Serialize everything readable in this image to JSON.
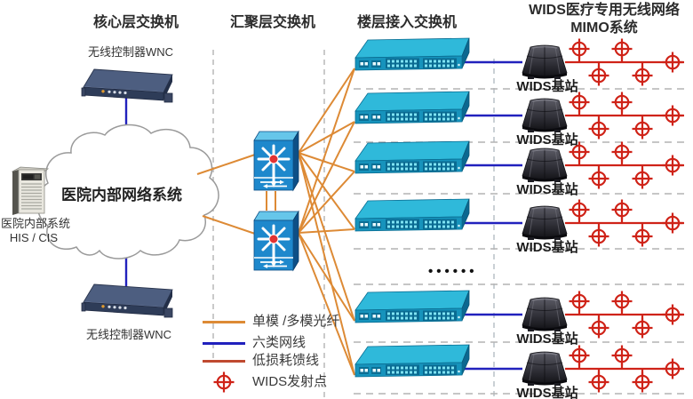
{
  "header": {
    "core_title": "核心层交换机",
    "aggregation_title": "汇聚层交换机",
    "access_title": "楼层接入交换机",
    "wids_title_line1": "WIDS医疗专用无线网络",
    "wids_title_line2": "MIMO系统"
  },
  "left_zone": {
    "wnc_top_label": "无线控制器WNC",
    "wnc_bottom_label": "无线控制器WNC",
    "cloud_label": "医院内部网络系统",
    "his_label_line1": "医院内部系统",
    "his_label_line2": "HIS / CIS"
  },
  "rows": {
    "station_label": "WIDS基站",
    "station_count": 6,
    "ellipsis": "••••••"
  },
  "legend": {
    "items": [
      {
        "label": "单模 /多模光纤",
        "type": "fiber-line",
        "color": "#dd8a35"
      },
      {
        "label": "六类网线",
        "type": "cat6-line",
        "color": "#2121bd"
      },
      {
        "label": "低损耗馈线",
        "type": "feeder-line",
        "color": "#bf4a30"
      },
      {
        "label": "WIDS发射点",
        "type": "wids-point",
        "color": "#cf2318"
      }
    ]
  },
  "colors": {
    "fiber_orange": "#dd8a35",
    "cat6_blue": "#2121bd",
    "feeder_red": "#cf2318",
    "switch_teal": "#1693bc",
    "agg_blue": "#1e88cc",
    "divider_gray": "#b3b3b3"
  }
}
